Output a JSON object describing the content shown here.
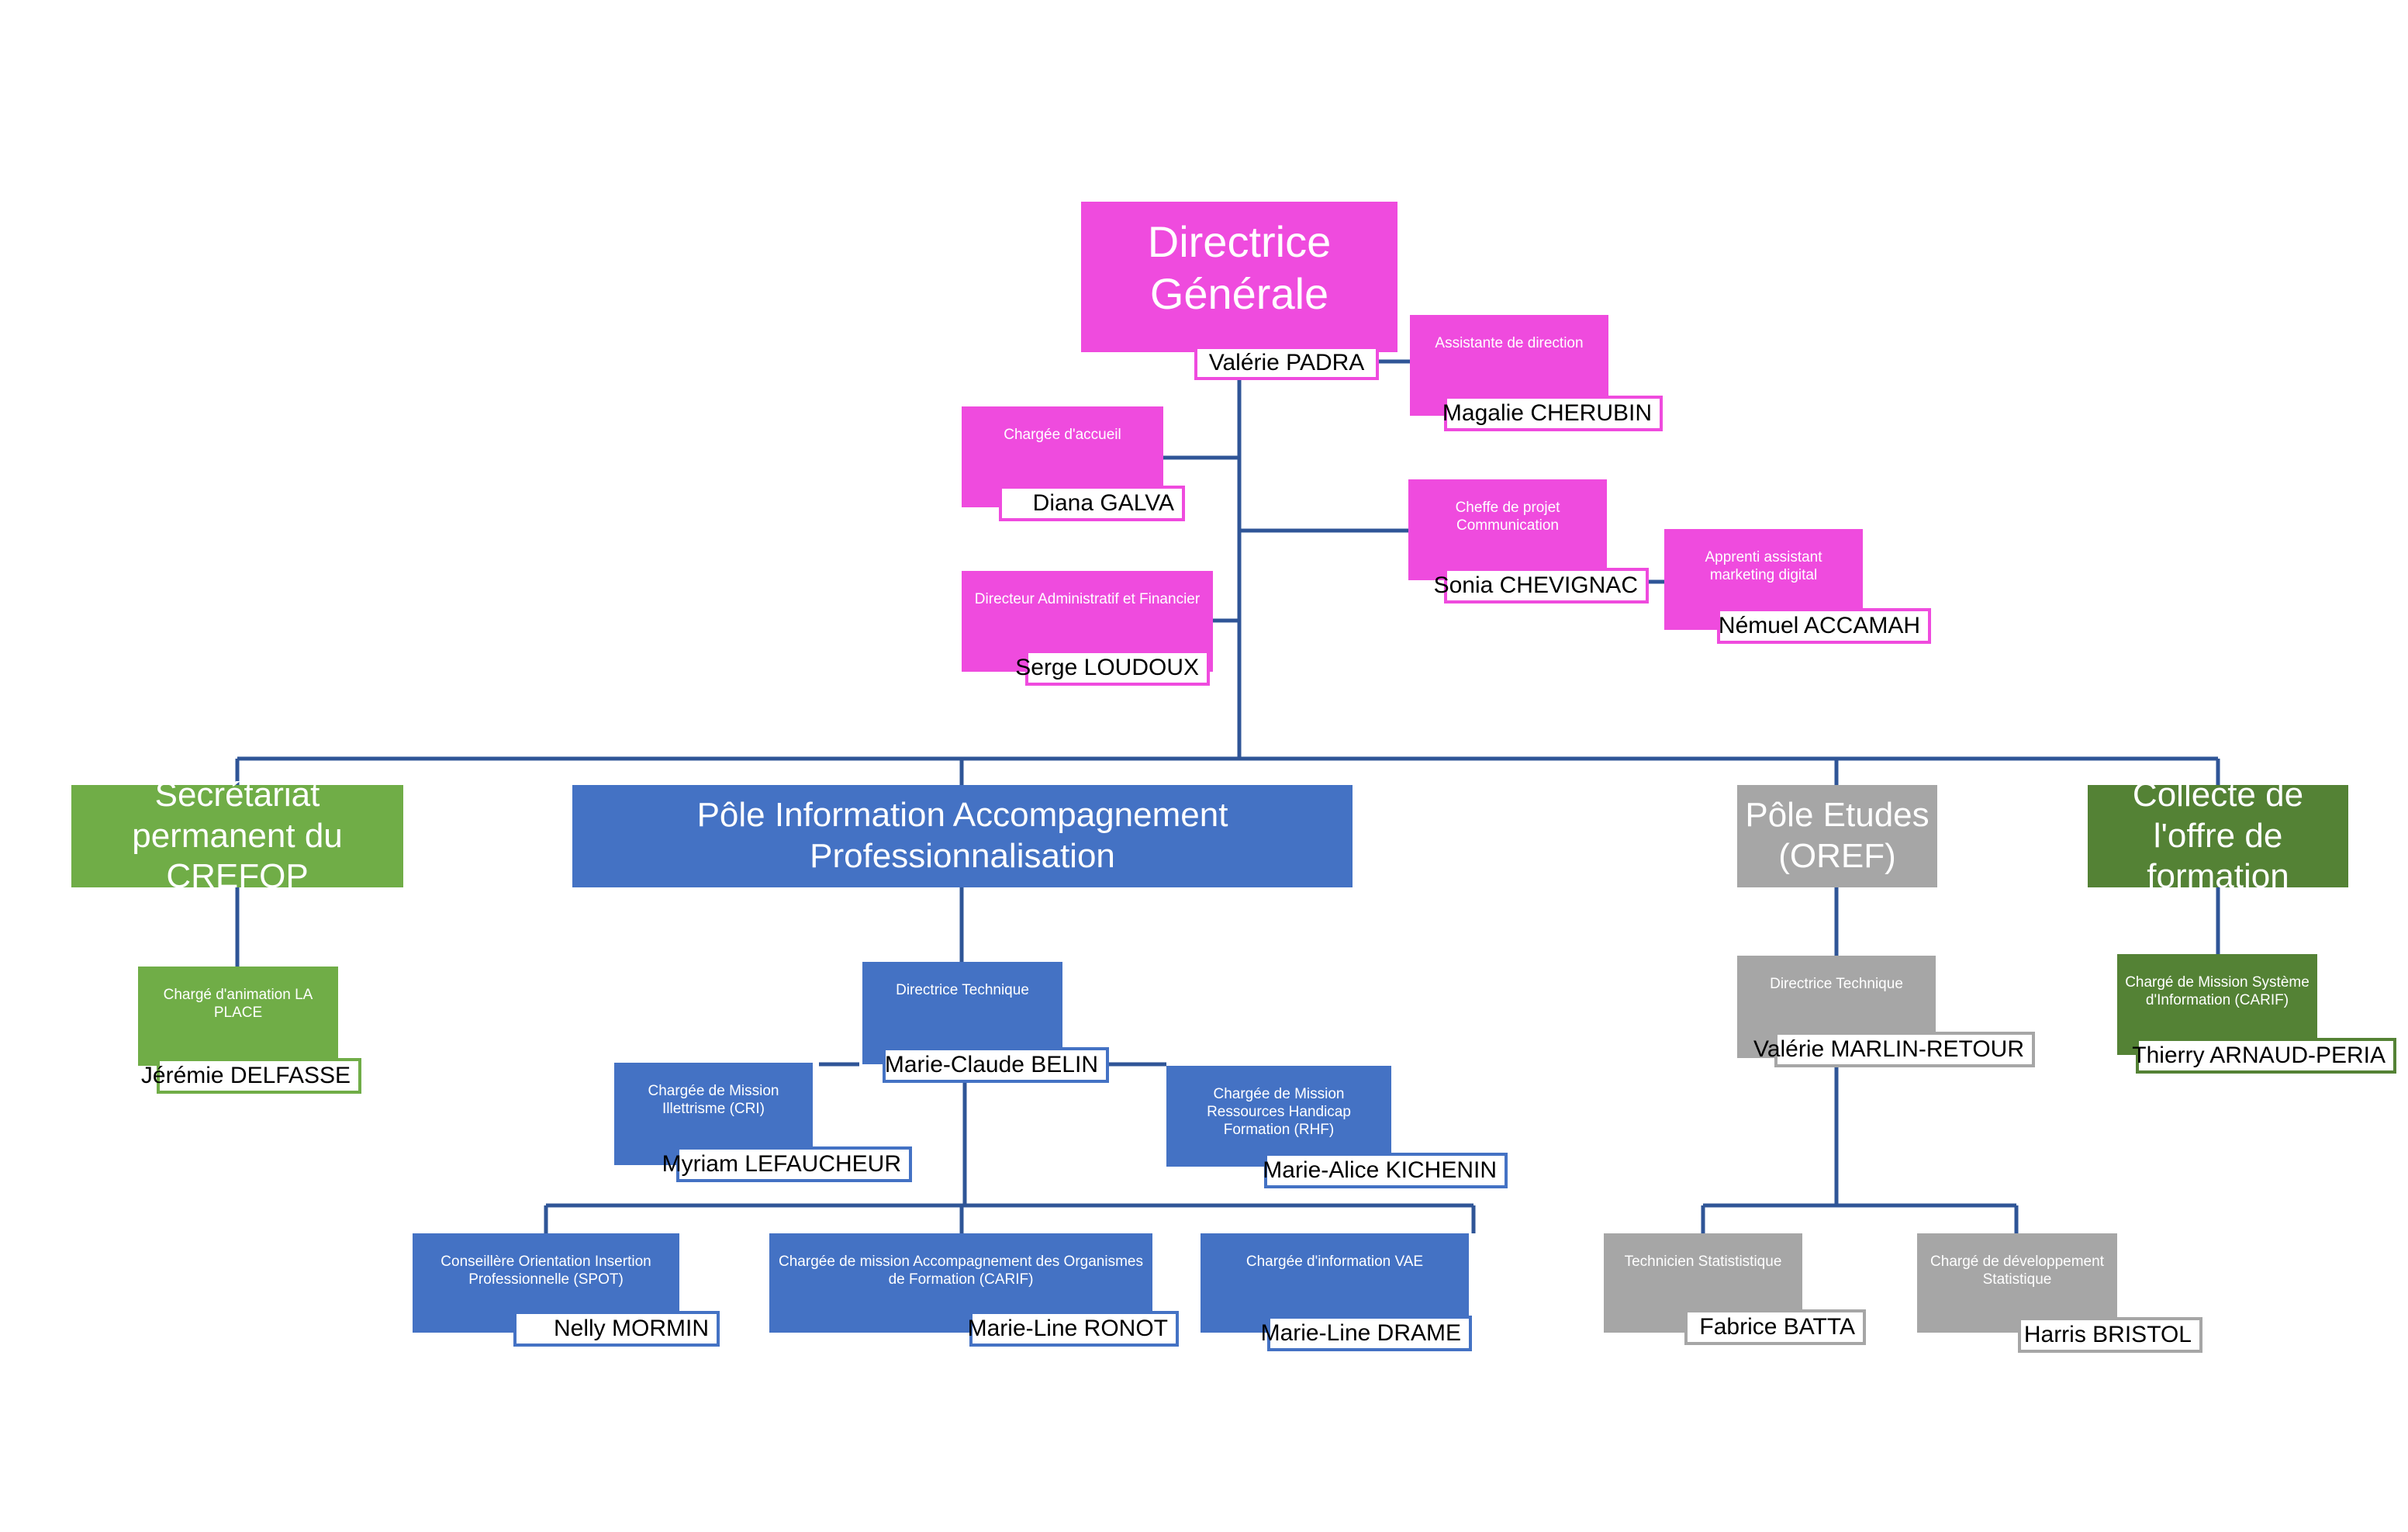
{
  "direction": {
    "title": "Directrice Générale",
    "name": "Valérie PADRA"
  },
  "assistante": {
    "role": "Assistante de direction",
    "name": "Magalie CHERUBIN"
  },
  "accueil": {
    "role": "Chargée d'accueil",
    "name": "Diana GALVA"
  },
  "communication": {
    "role": "Cheffe de projet Communication",
    "name": "Sonia CHEVIGNAC"
  },
  "apprenti": {
    "role": "Apprenti assistant marketing digital",
    "name": "Némuel ACCAMAH"
  },
  "daf": {
    "role": "Directeur Administratif et Financier",
    "name": "Serge LOUDOUX"
  },
  "poles": {
    "crefop": "Secrétariat permanent du CREFOP",
    "information": "Pôle Information Accompagnement Professionnalisation",
    "etudes": "Pôle Etudes (OREF)",
    "collecte": "Collecte de l'offre de formation"
  },
  "crefop_staff": {
    "role": "Chargé d'animation LA PLACE",
    "name": "Jérémie DELFASSE"
  },
  "info_director": {
    "role": "Directrice Technique",
    "name": "Marie-Claude BELIN"
  },
  "cri": {
    "role": "Chargée de Mission Illettrisme (CRI)",
    "name": "Myriam LEFAUCHEUR"
  },
  "rhf": {
    "role": "Chargée de Mission Ressources Handicap Formation (RHF)",
    "name": "Marie-Alice KICHENIN"
  },
  "spot": {
    "role": "Conseillère Orientation Insertion Professionnelle (SPOT)",
    "name": "Nelly MORMIN"
  },
  "carif_acc": {
    "role": "Chargée de mission Accompagnement des Organismes de Formation (CARIF)",
    "name": "Marie-Line RONOT"
  },
  "vae": {
    "role": "Chargée d'information VAE",
    "name": "Marie-Line DRAME"
  },
  "etudes_director": {
    "role": "Directrice Technique",
    "name": "Valérie MARLIN-RETOUR"
  },
  "tech_stat": {
    "role": "Technicien Statististique",
    "name": "Fabrice BATTA"
  },
  "dev_stat": {
    "role": "Chargé de développement Statistique",
    "name": "Harris BRISTOL"
  },
  "carif_si": {
    "role": "Chargé de Mission Système d'Information (CARIF)",
    "name": "Thierry ARNAUD-PERIA"
  },
  "colors": {
    "direction": "#ef4bde",
    "information": "#4472c4",
    "crefop": "#70ad47",
    "collecte": "#548235",
    "etudes": "#a6a6a6",
    "connector": "#2f5597"
  }
}
